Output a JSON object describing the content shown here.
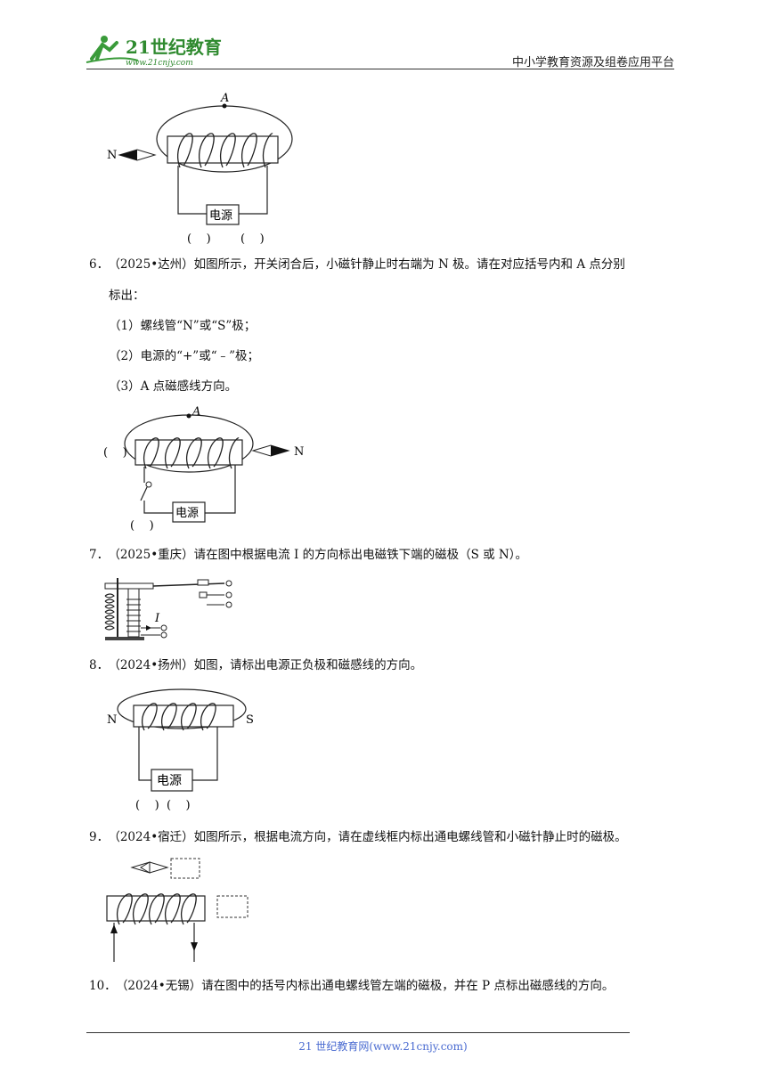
{
  "header": {
    "logo_text": "21世纪教育",
    "logo_url_text": "www.21cnjy.com",
    "platform": "中小学教育资源及组卷应用平台"
  },
  "figure_top": {
    "point_label": "A",
    "needle_label": "N",
    "power_label": "电源",
    "bracket_left": "(    )",
    "bracket_right": "(    )"
  },
  "questions": [
    {
      "number": "6．",
      "text": "（2025•达州）如图所示，开关闭合后，小磁针静止时右端为 N 极。请在对应括号内和 A 点分别",
      "text_cont": "标出：",
      "items": [
        "（1）螺线管“N”或“S”极；",
        "（2）电源的“+”或“﹣”极；",
        "（3）A 点磁感线方向。"
      ]
    },
    {
      "number": "7．",
      "text": "（2025•重庆）请在图中根据电流 I 的方向标出电磁铁下端的磁极（S 或 N）。"
    },
    {
      "number": "8．",
      "text": "（2024•扬州）如图，请标出电源正负极和磁感线的方向。"
    },
    {
      "number": "9．",
      "text": "（2024•宿迁）如图所示，根据电流方向，请在虚线框内标出通电螺线管和小磁针静止时的磁极。"
    },
    {
      "number": "10．",
      "text": "（2024•无锡）请在图中的括号内标出通电螺线管左端的磁极，并在 P 点标出磁感线的方向。"
    }
  ],
  "fig6": {
    "point_label": "A",
    "needle_label": "N",
    "power_label": "电源",
    "bracket_left": "(    )",
    "bracket_bottom": "(    )"
  },
  "fig7": {
    "current_label": "I"
  },
  "fig8": {
    "left_label": "N",
    "right_label": "S",
    "power_label": "电源",
    "brackets": "(    )  (    )"
  },
  "footer": {
    "text": "21 世纪教育网(www.21cnjy.com)"
  }
}
